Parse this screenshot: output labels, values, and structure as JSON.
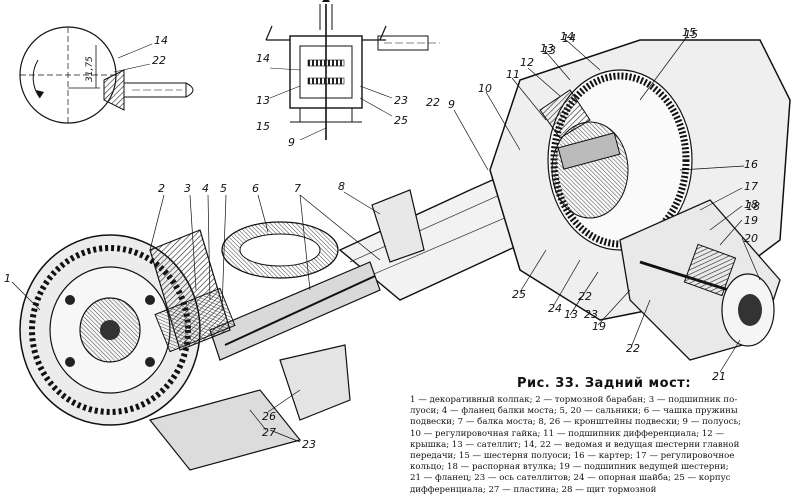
{
  "figure": {
    "caption_title": "Рис. 33. Задний мост:",
    "caption_lines": [
      "1 — декоративный колпак; 2 — тормозной барабан; 3 — подшипник по-",
      "луоси; 4 — фланец балки моста; 5, 20 — сальники; 6 — чашка пружины",
      "подвески; 7 — балка моста; 8, 26 — кронштейны подвески; 9 — полуось;",
      "10 — регулировочная гайка; 11 — подшипник дифференциала; 12 —",
      "крышка; 13 — сателлит; 14, 22 — ведомая и ведущая шестерни главной",
      "передачи; 15 — шестерня полуоси; 16 — картер; 17 — регулировочное",
      "кольцо; 18 — распорная втулка; 19 — подшипник ведущей шестерни;",
      "21 — фланец; 23 — ось сателлитов; 24 — опорная шайба; 25 — корпус",
      "дифференциала; 27 — пластина; 28 — щит тормозной"
    ],
    "inset_dimension": "31,75",
    "callouts": [
      {
        "id": "c1",
        "text": "1"
      },
      {
        "id": "c2",
        "text": "2"
      },
      {
        "id": "c3",
        "text": "3"
      },
      {
        "id": "c4",
        "text": "4"
      },
      {
        "id": "c5",
        "text": "5"
      },
      {
        "id": "c6",
        "text": "6"
      },
      {
        "id": "c7",
        "text": "7"
      },
      {
        "id": "c8",
        "text": "8"
      },
      {
        "id": "c9",
        "text": "9"
      },
      {
        "id": "c10",
        "text": "10"
      },
      {
        "id": "c11",
        "text": "11"
      },
      {
        "id": "c12",
        "text": "12"
      },
      {
        "id": "c13",
        "text": "13"
      },
      {
        "id": "c14",
        "text": "14"
      },
      {
        "id": "c15",
        "text": "15"
      },
      {
        "id": "c16",
        "text": "16"
      },
      {
        "id": "c17",
        "text": "17"
      },
      {
        "id": "c18",
        "text": "18"
      },
      {
        "id": "c19",
        "text": "19"
      },
      {
        "id": "c20",
        "text": "20"
      },
      {
        "id": "c21",
        "text": "21"
      },
      {
        "id": "c22",
        "text": "22"
      },
      {
        "id": "c23",
        "text": "23"
      },
      {
        "id": "c24",
        "text": "24"
      },
      {
        "id": "c25",
        "text": "25"
      },
      {
        "id": "c26",
        "text": "26"
      },
      {
        "id": "c27",
        "text": "27"
      },
      {
        "id": "c28",
        "text": "13"
      },
      {
        "id": "c29",
        "text": "19"
      },
      {
        "id": "c30",
        "text": "22"
      },
      {
        "id": "c31",
        "text": "23"
      },
      {
        "id": "c32",
        "text": "14"
      },
      {
        "id": "c33",
        "text": "22"
      },
      {
        "id": "c34",
        "text": "14"
      },
      {
        "id": "c35",
        "text": "22"
      },
      {
        "id": "c36",
        "text": "13"
      },
      {
        "id": "c37",
        "text": "15"
      },
      {
        "id": "c38",
        "text": "23"
      },
      {
        "id": "c39",
        "text": "25"
      },
      {
        "id": "c40",
        "text": "9"
      },
      {
        "id": "c41",
        "text": "13"
      },
      {
        "id": "c42",
        "text": "14"
      },
      {
        "id": "c43",
        "text": "15"
      },
      {
        "id": "c44",
        "text": "18"
      }
    ]
  }
}
